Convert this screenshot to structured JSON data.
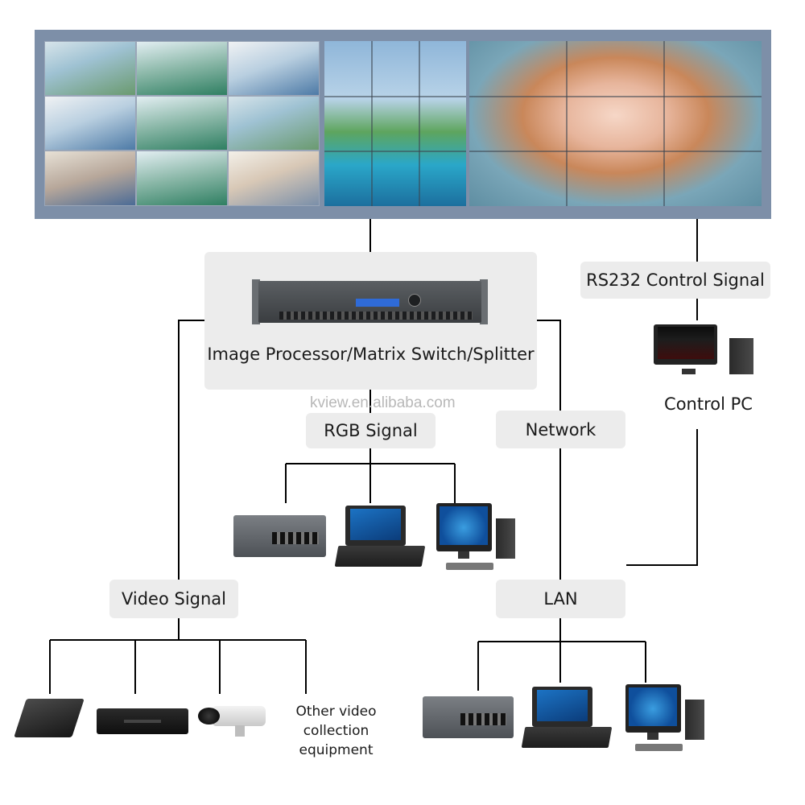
{
  "labels": {
    "processor": "Image Processor/Matrix Switch/Splitter",
    "rs232": "RS232 Control Signal",
    "control_pc": "Control PC",
    "rgb_signal": "RGB Signal",
    "network": "Network",
    "video_signal": "Video Signal",
    "lan": "LAN",
    "other_video_line1": "Other video",
    "other_video_line2": "collection equipment"
  },
  "watermark": "kview.en.alibaba.com",
  "icons": {
    "video_wall": "video-wall-image",
    "processor": "rack-processor-icon",
    "control_pc": "desktop-pc-icon",
    "switch": "network-switch-icon",
    "laptop": "laptop-icon",
    "desktop": "desktop-computer-icon",
    "dvd": "dvd-player-icon",
    "dvr": "dvr-recorder-icon",
    "camera": "security-camera-icon"
  },
  "colors": {
    "wall_frame": "#7d8fa8",
    "label_bg": "#ececec",
    "line": "#000000"
  }
}
